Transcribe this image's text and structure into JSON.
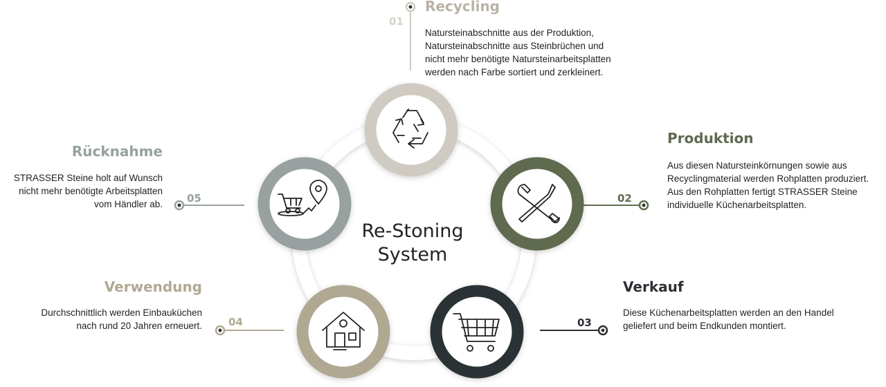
{
  "center_title": [
    "Re-Stoning",
    "System"
  ],
  "colors": {
    "recycling": "#cfcbc2",
    "produktion": "#5f6b50",
    "verkauf": "#2c3034",
    "verwendung": "#b0a892",
    "ruecknahme": "#98a0a0"
  },
  "steps": [
    {
      "number": "01",
      "title": "Recycling",
      "icon": "recycle-icon",
      "lines": [
        "Natursteinabschnitte aus der Produktion,",
        "Natursteinabschnitte aus Steinbrüchen und",
        "nicht mehr benötigte Natursteinarbeitsplatten",
        "werden nach Farbe sortiert und zerkleinert."
      ]
    },
    {
      "number": "02",
      "title": "Produktion",
      "icon": "tools-icon",
      "lines": [
        "Aus diesen Natursteinkörnungen sowie aus",
        "Recyclingmaterial werden Rohplatten produziert.",
        "Aus den Rohplatten fertigt STRASSER Steine",
        "individuelle Küchenarbeitsplatten."
      ]
    },
    {
      "number": "03",
      "title": "Verkauf",
      "icon": "shopping-cart-icon",
      "lines": [
        "Diese Küchenarbeitsplatten werden an den Handel",
        "geliefert und beim Endkunden montiert."
      ]
    },
    {
      "number": "04",
      "title": "Verwendung",
      "icon": "house-icon",
      "lines": [
        "Durchschnittlich werden Einbauküchen",
        "nach rund 20 Jahren erneuert."
      ]
    },
    {
      "number": "05",
      "title": "Rücknahme",
      "icon": "cart-location-icon",
      "lines": [
        "STRASSER Steine holt auf Wunsch",
        "nicht mehr benötigte Arbeitsplatten",
        "vom Händler ab."
      ]
    }
  ]
}
